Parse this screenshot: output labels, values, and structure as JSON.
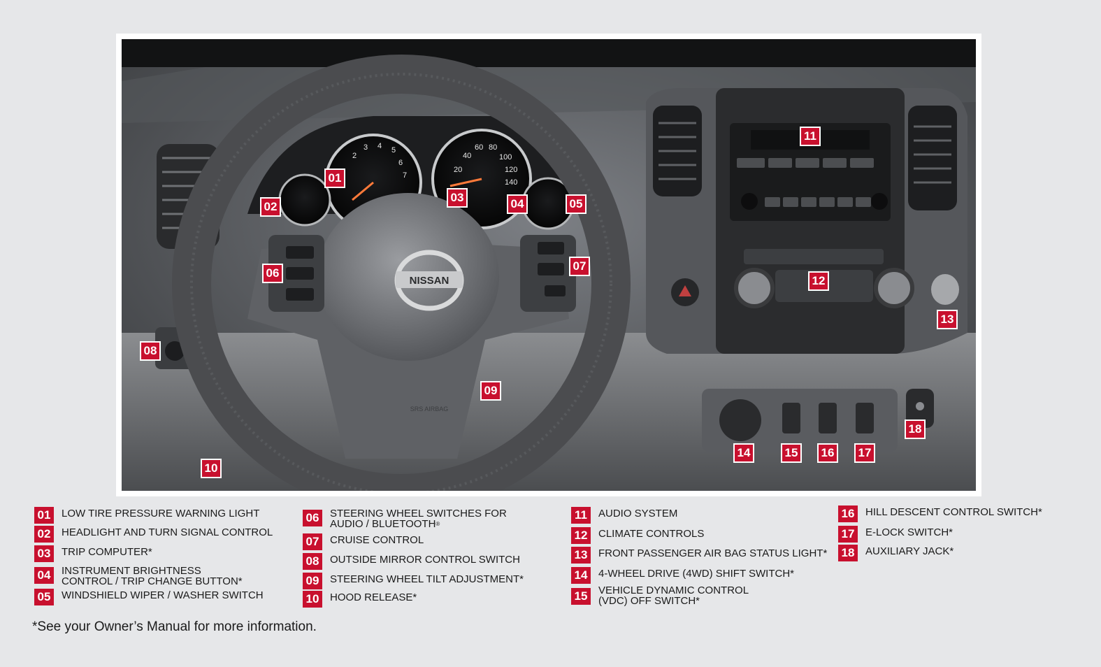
{
  "photo": {
    "brand_emblem": "NISSAN",
    "airbag_label": "SRS AIRBAG",
    "callouts": [
      "01",
      "02",
      "03",
      "04",
      "05",
      "06",
      "07",
      "08",
      "09",
      "10",
      "11",
      "12",
      "13",
      "14",
      "15",
      "16",
      "17",
      "18"
    ]
  },
  "legend": {
    "columns": [
      [
        {
          "num": "01",
          "text": "LOW TIRE PRESSURE WARNING LIGHT"
        },
        {
          "num": "02",
          "text": "HEADLIGHT AND TURN SIGNAL CONTROL"
        },
        {
          "num": "03",
          "text": "TRIP COMPUTER*"
        },
        {
          "num": "04",
          "text": "INSTRUMENT BRIGHTNESS\nCONTROL / TRIP CHANGE BUTTON*"
        },
        {
          "num": "05",
          "text": "WINDSHIELD WIPER / WASHER SWITCH"
        }
      ],
      [
        {
          "num": "06",
          "text": "STEERING WHEEL SWITCHES FOR\nAUDIO /  BLUETOOTH",
          "sup": "®"
        },
        {
          "num": "07",
          "text": "CRUISE CONTROL"
        },
        {
          "num": "08",
          "text": "OUTSIDE MIRROR CONTROL SWITCH"
        },
        {
          "num": "09",
          "text": "STEERING WHEEL TILT ADJUSTMENT*"
        },
        {
          "num": "10",
          "text": "HOOD RELEASE*"
        }
      ],
      [
        {
          "num": "11",
          "text": "AUDIO SYSTEM"
        },
        {
          "num": "12",
          "text": "CLIMATE CONTROLS"
        },
        {
          "num": "13",
          "text": "FRONT PASSENGER AIR BAG STATUS LIGHT*"
        },
        {
          "num": "14",
          "text": "4-WHEEL DRIVE (4WD) SHIFT SWITCH*"
        },
        {
          "num": "15",
          "text": "VEHICLE DYNAMIC CONTROL\n(VDC) OFF SWITCH*"
        }
      ],
      [
        {
          "num": "16",
          "text": "HILL DESCENT CONTROL SWITCH*"
        },
        {
          "num": "17",
          "text": "E-LOCK SWITCH*"
        },
        {
          "num": "18",
          "text": "AUXILIARY JACK*"
        }
      ]
    ]
  },
  "footnote": "*See your Owner’s Manual for more information.",
  "colors": {
    "accent": "#c8102e",
    "background": "#e6e7e9"
  }
}
